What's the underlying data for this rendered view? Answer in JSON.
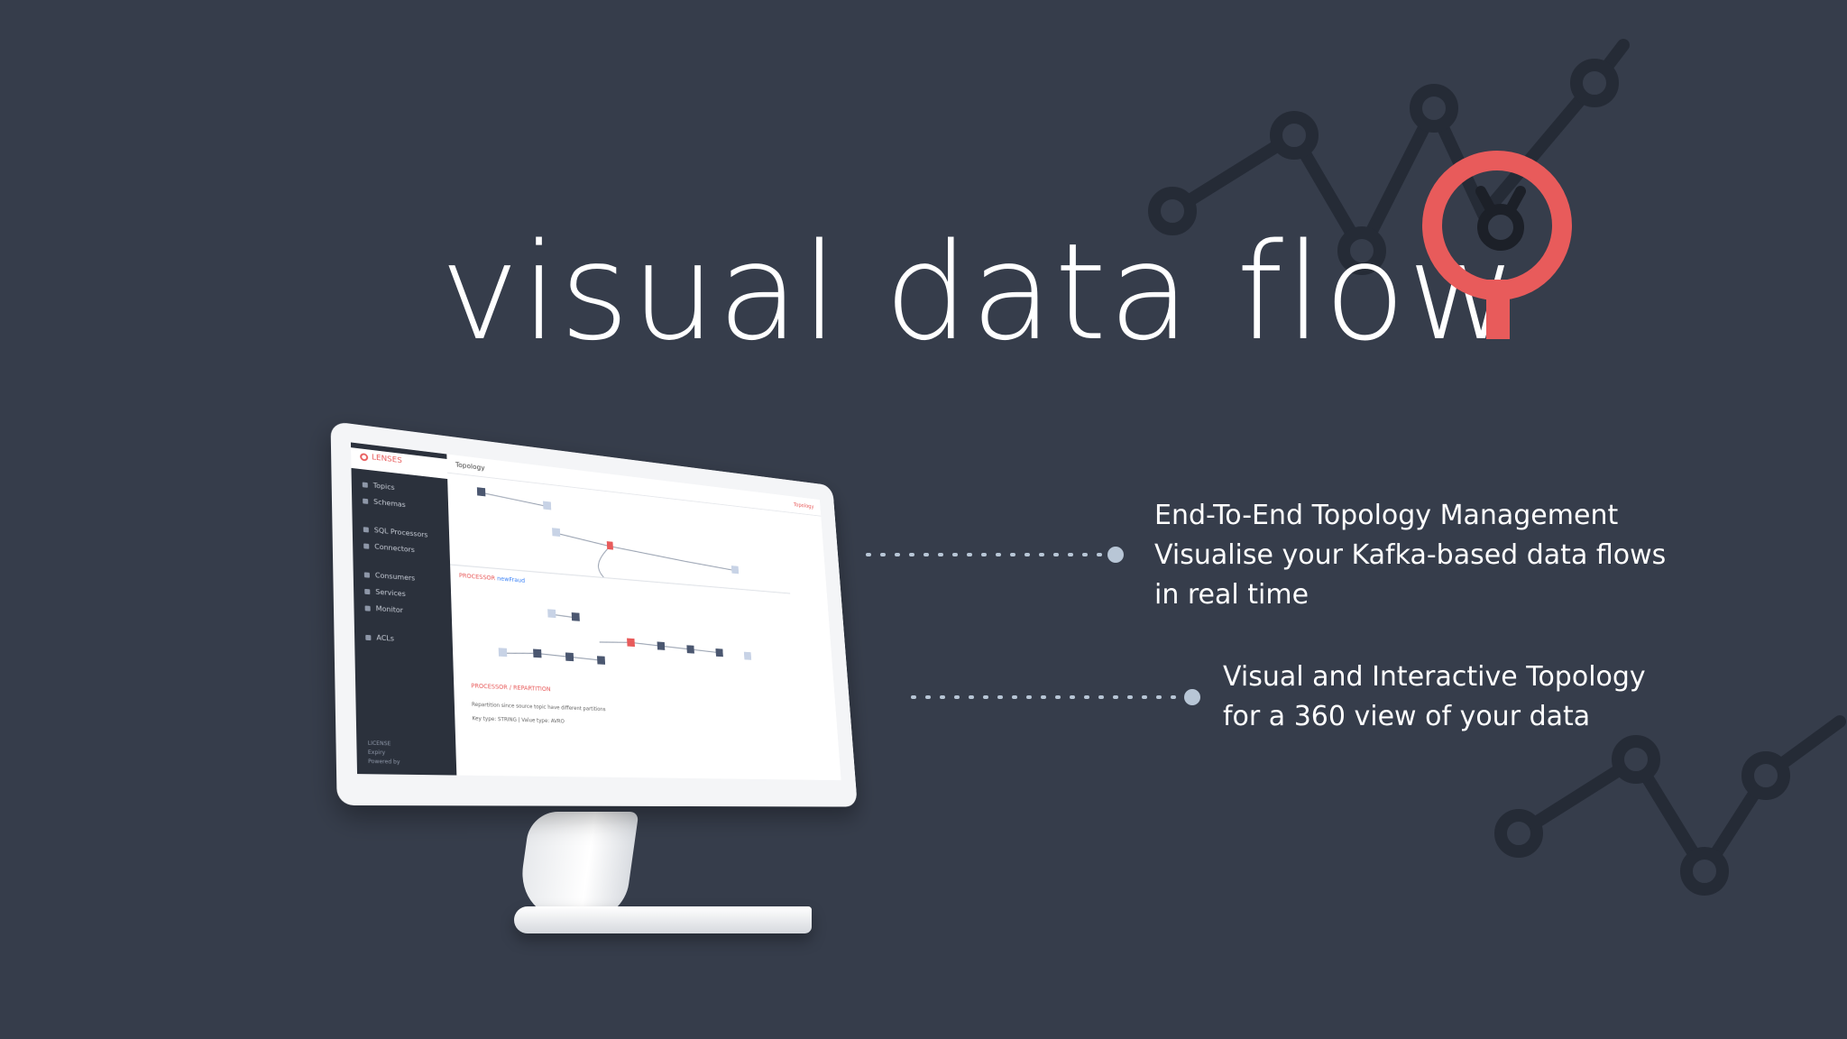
{
  "colors": {
    "background": "#363d4b",
    "accent": "#e85b5b",
    "text": "#ffffff",
    "connector_dot": "#b8c6d6",
    "bg_line": "#252b36"
  },
  "hero": {
    "title": "visual data flow",
    "logo_icon": "lenses-logo-icon"
  },
  "features": [
    {
      "lines": [
        "End-To-End Topology Management",
        "Visualise your Kafka-based data flows",
        "in real time"
      ]
    },
    {
      "lines": [
        "Visual and Interactive Topology",
        "for a 360 view of your data"
      ]
    }
  ],
  "app": {
    "brand": "LENSES",
    "sidebar": {
      "items": [
        {
          "label": "Topics",
          "icon": "list-icon"
        },
        {
          "label": "Schemas",
          "icon": "schema-icon"
        },
        {
          "label": "SQL Processors",
          "icon": "sql-icon"
        },
        {
          "label": "Connectors",
          "icon": "connector-icon"
        },
        {
          "label": "Consumers",
          "icon": "consumers-icon"
        },
        {
          "label": "Services",
          "icon": "services-icon"
        },
        {
          "label": "Monitor",
          "icon": "monitor-icon"
        },
        {
          "label": "ACLs",
          "icon": "acl-icon"
        }
      ],
      "footer": [
        "LICENSE",
        "Expiry",
        "Powered by"
      ]
    },
    "topbar": {
      "title": "Topology",
      "tab": "Topology"
    },
    "panels": {
      "processor_label": "PROCESSOR",
      "processor_name": "newFraud",
      "repartition_label": "PROCESSOR / REPARTITION",
      "repartition_text": "Repartition since source topic have different partitions",
      "key_value_text": "Key type: STRING | Value type: AVRO"
    }
  }
}
